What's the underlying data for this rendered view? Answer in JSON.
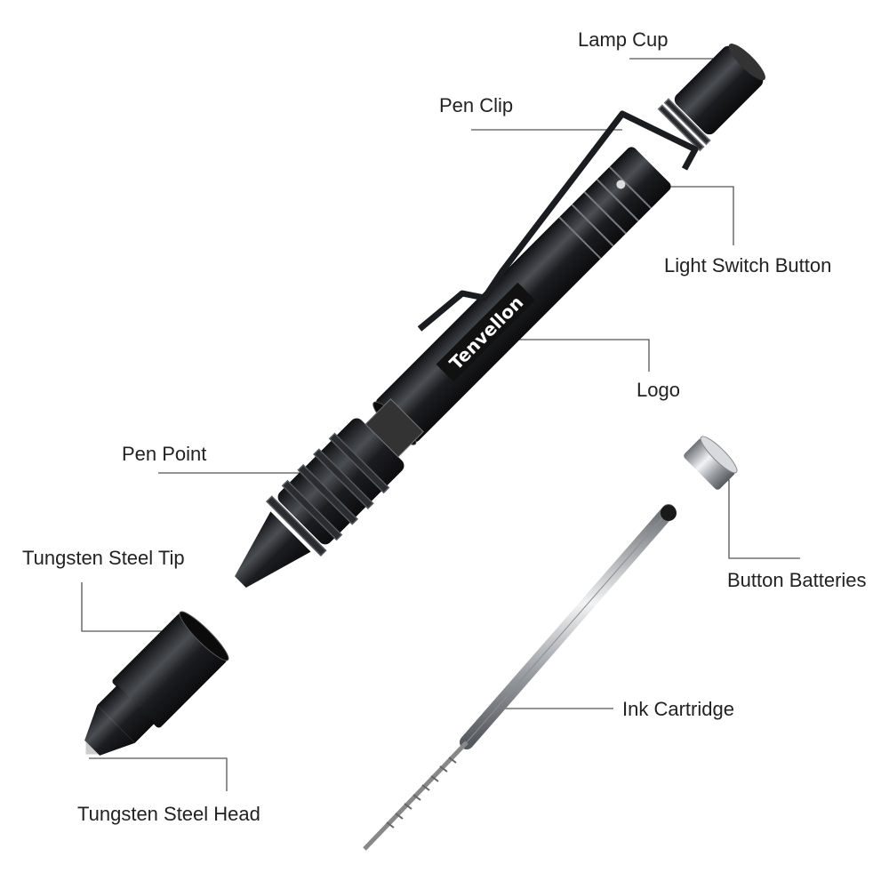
{
  "labels": {
    "lamp_cup": "Lamp Cup",
    "pen_clip": "Pen Clip",
    "light_switch_button": "Light Switch Button",
    "logo": "Logo",
    "pen_point": "Pen Point",
    "tungsten_steel_tip": "Tungsten Steel Tip",
    "tungsten_steel_head": "Tungsten Steel Head",
    "button_batteries": "Button Batteries",
    "ink_cartridge": "Ink Cartridge"
  },
  "brand_logo": "Tenvellon",
  "colors": {
    "body": "#1e1f22",
    "highlight": "#55585d",
    "steel": "#b9bcc0",
    "line": "#555555"
  }
}
